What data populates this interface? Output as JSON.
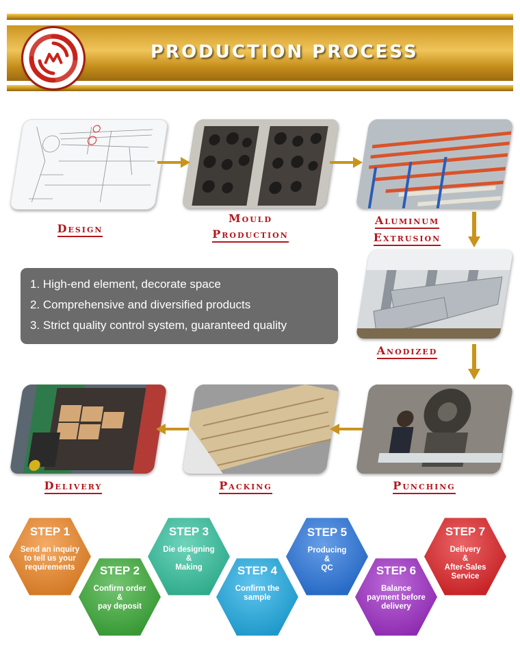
{
  "header": {
    "title": "PRODUCTION PROCESS"
  },
  "process": [
    {
      "id": "design",
      "caption": [
        "Design"
      ],
      "image": "technical-drawing-image"
    },
    {
      "id": "mould",
      "caption": [
        "Mould",
        "Production"
      ],
      "image": "moulds-rack-image"
    },
    {
      "id": "extrusion",
      "caption": [
        "Aluminum",
        "Extrusion"
      ],
      "image": "extrusion-line-image"
    },
    {
      "id": "anodized",
      "caption": [
        "Anodized"
      ],
      "image": "anodizing-workshop-image"
    },
    {
      "id": "punching",
      "caption": [
        "Punching"
      ],
      "image": "punching-machine-image"
    },
    {
      "id": "packing",
      "caption": [
        "Packing"
      ],
      "image": "packed-profiles-image"
    },
    {
      "id": "delivery",
      "caption": [
        "Delivery"
      ],
      "image": "container-loading-image"
    }
  ],
  "features": [
    "1. High-end element, decorate space",
    "2. Comprehensive and diversified products",
    "3. Strict quality control system, guaranteed quality"
  ],
  "steps": [
    {
      "title": "STEP 1",
      "lines": [
        "Send an inquiry",
        "to tell us your",
        "requirements"
      ],
      "color": "#f08a2a"
    },
    {
      "title": "STEP 2",
      "lines": [
        "Confirm order",
        "&",
        "pay deposit"
      ],
      "color": "#3fae3b"
    },
    {
      "title": "STEP 3",
      "lines": [
        "Die designing",
        "&",
        "Making"
      ],
      "color": "#37c3a0"
    },
    {
      "title": "STEP 4",
      "lines": [
        "Confirm the",
        "sample"
      ],
      "color": "#23aee6"
    },
    {
      "title": "STEP 5",
      "lines": [
        "Producing",
        "&",
        "QC"
      ],
      "color": "#2c78df"
    },
    {
      "title": "STEP 6",
      "lines": [
        "Balance",
        "payment before",
        "delivery"
      ],
      "color": "#a232c9"
    },
    {
      "title": "STEP 7",
      "lines": [
        "Delivery",
        "&",
        "After-Sales",
        "Service"
      ],
      "color": "#e2282b"
    }
  ],
  "colors": {
    "gold": "#d9a637",
    "caption_red": "#b3161c",
    "arrow_gold": "#c8941c",
    "panel_gray": "#6b6b6b",
    "logo_red": "#c8231a"
  }
}
